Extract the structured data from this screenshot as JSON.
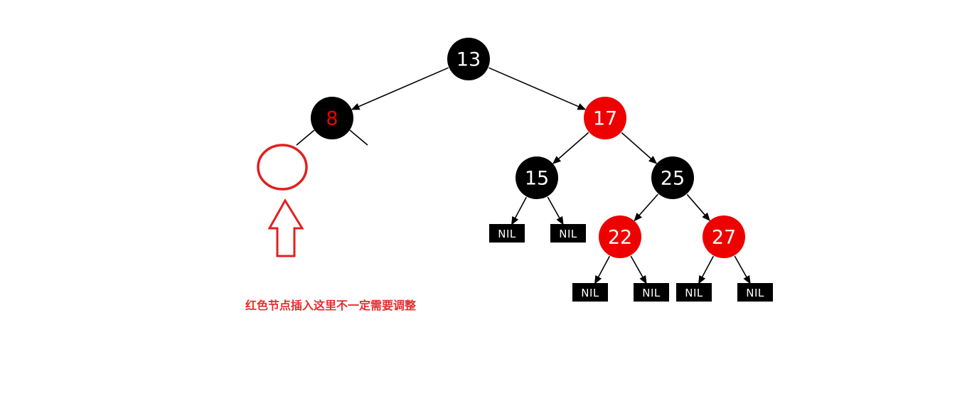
{
  "colors": {
    "black_node": "#000000",
    "red_node": "#ee0000",
    "edge": "#000000",
    "highlight": "#e02020",
    "nil_fill": "#000000",
    "label_text": "#ffffff"
  },
  "tree": {
    "nodes": [
      {
        "id": "n13",
        "label": "13",
        "color": "black"
      },
      {
        "id": "n8",
        "label": "8",
        "color": "black",
        "label_color": "red"
      },
      {
        "id": "n17",
        "label": "17",
        "color": "red"
      },
      {
        "id": "n15",
        "label": "15",
        "color": "black"
      },
      {
        "id": "n25",
        "label": "25",
        "color": "black"
      },
      {
        "id": "n22",
        "label": "22",
        "color": "red"
      },
      {
        "id": "n27",
        "label": "27",
        "color": "red"
      }
    ],
    "nil_nodes": [
      {
        "id": "nil_15_l",
        "label": "NIL"
      },
      {
        "id": "nil_15_r",
        "label": "NIL"
      },
      {
        "id": "nil_22_l",
        "label": "NIL"
      },
      {
        "id": "nil_22_r",
        "label": "NIL"
      },
      {
        "id": "nil_27_l",
        "label": "NIL"
      },
      {
        "id": "nil_27_r",
        "label": "NIL"
      }
    ],
    "edges": [
      {
        "from": "n13",
        "to": "n8"
      },
      {
        "from": "n13",
        "to": "n17"
      },
      {
        "from": "n17",
        "to": "n15"
      },
      {
        "from": "n17",
        "to": "n25"
      },
      {
        "from": "n15",
        "to": "nil_15_l"
      },
      {
        "from": "n15",
        "to": "nil_15_r"
      },
      {
        "from": "n25",
        "to": "n22"
      },
      {
        "from": "n25",
        "to": "n27"
      },
      {
        "from": "n22",
        "to": "nil_22_l"
      },
      {
        "from": "n22",
        "to": "nil_22_r"
      },
      {
        "from": "n27",
        "to": "nil_27_l"
      },
      {
        "from": "n27",
        "to": "nil_27_r"
      }
    ]
  },
  "annotation": {
    "text": "红色节点插入这里不一定需要调整"
  }
}
